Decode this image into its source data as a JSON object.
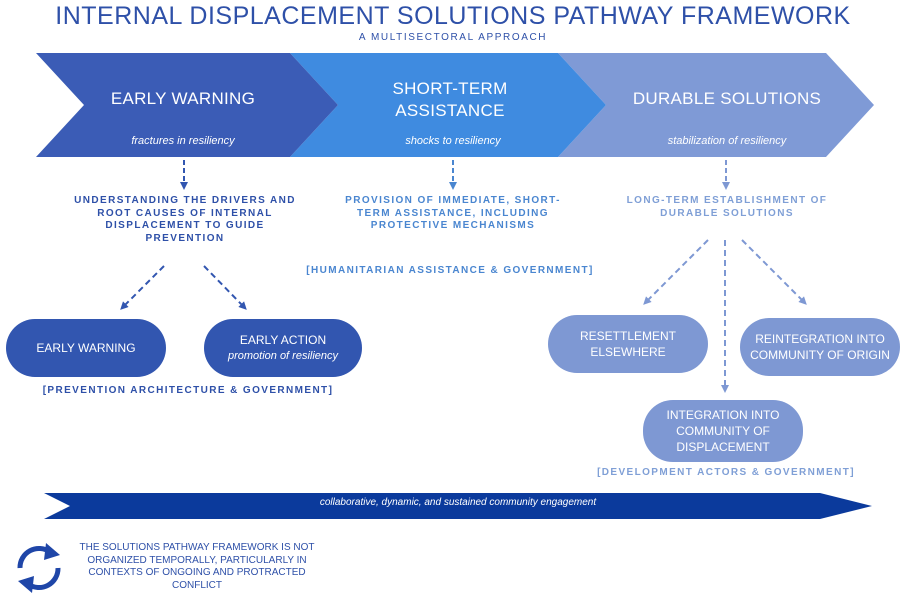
{
  "header": {
    "title": "INTERNAL DISPLACEMENT SOLUTIONS PATHWAY FRAMEWORK",
    "subtitle": "A MULTISECTORAL APPROACH"
  },
  "stages": [
    {
      "title": "EARLY WARNING",
      "subtitle": "fractures in resiliency",
      "color": "#3b5cb6"
    },
    {
      "title": "SHORT-TERM ASSISTANCE",
      "subtitle": "shocks to resiliency",
      "color": "#3f8be0"
    },
    {
      "title": "DURABLE SOLUTIONS",
      "subtitle": "stabilization of resiliency",
      "color": "#7f9ad6"
    }
  ],
  "descriptions": {
    "early": "UNDERSTANDING THE DRIVERS AND ROOT CAUSES OF INTERNAL DISPLACEMENT TO GUIDE PREVENTION",
    "short": "PROVISION OF IMMEDIATE, SHORT-TERM ASSISTANCE, INCLUDING PROTECTIVE MECHANISMS",
    "durable": "LONG-TERM ESTABLISHMENT OF DURABLE SOLUTIONS"
  },
  "actors": {
    "humanitarian": "[HUMANITARIAN ASSISTANCE & GOVERNMENT]",
    "prevention": "[PREVENTION ARCHITECTURE & GOVERNMENT]",
    "development": "[DEVELOPMENT ACTORS & GOVERNMENT]"
  },
  "nodes": {
    "early_warning": "EARLY WARNING",
    "early_action": "EARLY ACTION",
    "early_action_sub": "promotion of resiliency",
    "resettlement": "RESETTLEMENT ELSEWHERE",
    "reintegration": "REINTEGRATION INTO COMMUNITY OF ORIGIN",
    "integration": "INTEGRATION INTO COMMUNITY OF DISPLACEMENT"
  },
  "banner": "collaborative, dynamic, and sustained community engagement",
  "note": "THE SOLUTIONS PATHWAY FRAMEWORK IS NOT ORGANIZED TEMPORALLY, PARTICULARLY IN CONTEXTS OF ONGOING AND PROTRACTED CONFLICT",
  "icons": [
    "cycle-arrows-icon"
  ],
  "colors": {
    "dark_blue": "#2e50a8",
    "banner_blue": "#0b3a9c",
    "light_blue": "#7e98d3"
  }
}
